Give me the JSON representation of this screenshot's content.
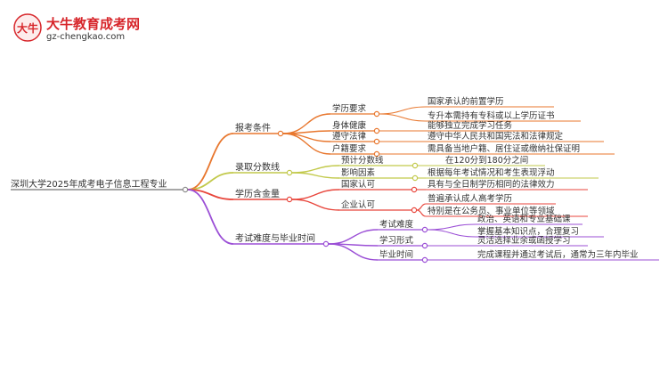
{
  "logo": {
    "title": "大牛教育成考网",
    "url": "gz-chengkao.com",
    "mark_text": "大牛"
  },
  "mindmap": {
    "root": "深圳大学2025年成考电子信息工程专业",
    "branches": [
      {
        "label": "报考条件",
        "color": "#e8772e",
        "children": [
          {
            "label": "学历要求",
            "leaves": [
              "国家承认的前置学历",
              "专升本需持有专科或以上学历证书"
            ]
          },
          {
            "label": "身体健康",
            "leaves": [
              "能够独立完成学习任务"
            ]
          },
          {
            "label": "遵守法律",
            "leaves": [
              "遵守中华人民共和国宪法和法律规定"
            ]
          },
          {
            "label": "户籍要求",
            "leaves": [
              "需具备当地户籍、居住证或缴纳社保证明"
            ]
          }
        ]
      },
      {
        "label": "录取分数线",
        "color": "#c2c94b",
        "children": [
          {
            "label": "预计分数线",
            "leaves": [
              "在120分到180分之间"
            ]
          },
          {
            "label": "影响因素",
            "leaves": [
              "根据每年考试情况和考生表现浮动"
            ]
          }
        ]
      },
      {
        "label": "学历含金量",
        "color": "#e8463c",
        "children": [
          {
            "label": "国家认可",
            "leaves": [
              "具有与全日制学历相同的法律效力"
            ]
          },
          {
            "label": "企业认可",
            "leaves": [
              "普遍承认成人高考学历",
              "特别是在公务员、事业单位等领域"
            ]
          }
        ]
      },
      {
        "label": "考试难度与毕业时间",
        "color": "#9b4fd6",
        "children": [
          {
            "label": "考试难度",
            "leaves": [
              "政治、英语和专业基础课",
              "掌握基本知识点，合理复习"
            ]
          },
          {
            "label": "学习形式",
            "leaves": [
              "灵活选择业余或函授学习"
            ]
          },
          {
            "label": "毕业时间",
            "leaves": [
              "完成课程并通过考试后，通常为三年内毕业"
            ]
          }
        ]
      }
    ]
  }
}
